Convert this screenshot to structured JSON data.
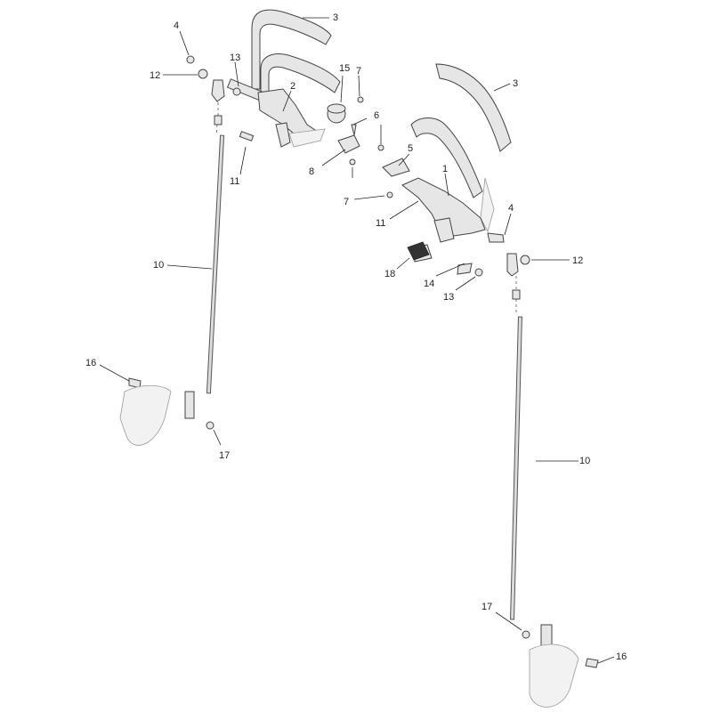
{
  "callouts": [
    "1",
    "2",
    "3",
    "3",
    "4",
    "4",
    "5",
    "6",
    "7",
    "7",
    "8",
    "10",
    "10",
    "11",
    "11",
    "12",
    "12",
    "13",
    "13",
    "14",
    "15",
    "16",
    "16",
    "17",
    "17",
    "18"
  ]
}
